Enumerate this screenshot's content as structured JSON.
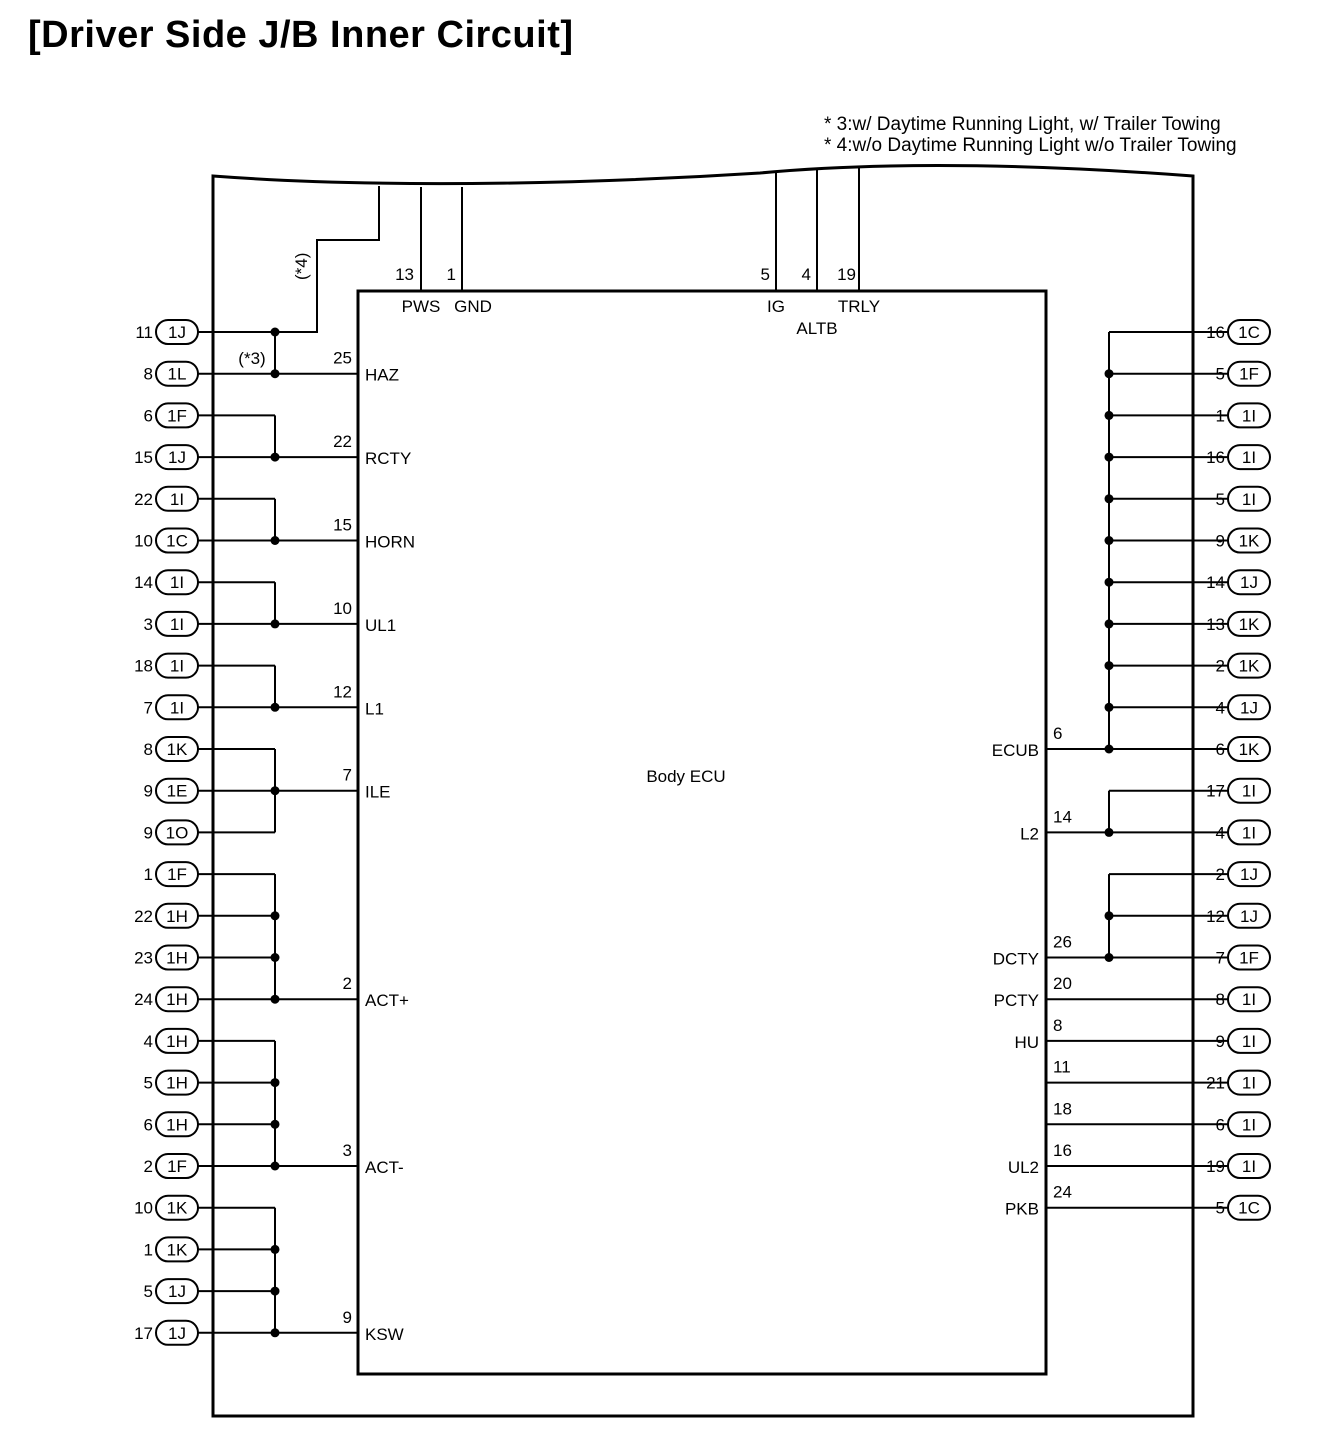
{
  "title": "[Driver Side J/B Inner Circuit]",
  "notes": [
    "* 3:w/ Daytime Running Light, w/ Trailer Towing",
    "* 4:w/o Daytime Running Light w/o Trailer Towing"
  ],
  "ecu": {
    "label": "Body ECU"
  },
  "top_pins": [
    {
      "num": "13",
      "label": "PWS"
    },
    {
      "num": "1",
      "label": "GND"
    },
    {
      "num": "5",
      "label": "IG"
    },
    {
      "num": "4",
      "label": "ALTB"
    },
    {
      "num": "19",
      "label": "TRLY"
    }
  ],
  "notes_markers": [
    "(*4)",
    "(*3)"
  ],
  "left_connectors": [
    {
      "num": "11",
      "conn": "1J"
    },
    {
      "num": "8",
      "conn": "1L"
    },
    {
      "num": "6",
      "conn": "1F"
    },
    {
      "num": "15",
      "conn": "1J"
    },
    {
      "num": "22",
      "conn": "1I"
    },
    {
      "num": "10",
      "conn": "1C"
    },
    {
      "num": "14",
      "conn": "1I"
    },
    {
      "num": "3",
      "conn": "1I"
    },
    {
      "num": "18",
      "conn": "1I"
    },
    {
      "num": "7",
      "conn": "1I"
    },
    {
      "num": "8",
      "conn": "1K"
    },
    {
      "num": "9",
      "conn": "1E"
    },
    {
      "num": "9",
      "conn": "1O"
    },
    {
      "num": "1",
      "conn": "1F"
    },
    {
      "num": "22",
      "conn": "1H"
    },
    {
      "num": "23",
      "conn": "1H"
    },
    {
      "num": "24",
      "conn": "1H"
    },
    {
      "num": "4",
      "conn": "1H"
    },
    {
      "num": "5",
      "conn": "1H"
    },
    {
      "num": "6",
      "conn": "1H"
    },
    {
      "num": "2",
      "conn": "1F"
    },
    {
      "num": "10",
      "conn": "1K"
    },
    {
      "num": "1",
      "conn": "1K"
    },
    {
      "num": "5",
      "conn": "1J"
    },
    {
      "num": "17",
      "conn": "1J"
    }
  ],
  "left_pins": [
    {
      "num": "25",
      "label": "HAZ"
    },
    {
      "num": "22",
      "label": "RCTY"
    },
    {
      "num": "15",
      "label": "HORN"
    },
    {
      "num": "10",
      "label": "UL1"
    },
    {
      "num": "12",
      "label": "L1"
    },
    {
      "num": "7",
      "label": "ILE"
    },
    {
      "num": "2",
      "label": "ACT+"
    },
    {
      "num": "3",
      "label": "ACT-"
    },
    {
      "num": "9",
      "label": "KSW"
    }
  ],
  "right_connectors": [
    {
      "num": "16",
      "conn": "1C"
    },
    {
      "num": "5",
      "conn": "1F"
    },
    {
      "num": "1",
      "conn": "1I"
    },
    {
      "num": "16",
      "conn": "1I"
    },
    {
      "num": "5",
      "conn": "1I"
    },
    {
      "num": "9",
      "conn": "1K"
    },
    {
      "num": "14",
      "conn": "1J"
    },
    {
      "num": "13",
      "conn": "1K"
    },
    {
      "num": "2",
      "conn": "1K"
    },
    {
      "num": "4",
      "conn": "1J"
    },
    {
      "num": "6",
      "conn": "1K"
    },
    {
      "num": "17",
      "conn": "1I"
    },
    {
      "num": "4",
      "conn": "1I"
    },
    {
      "num": "2",
      "conn": "1J"
    },
    {
      "num": "12",
      "conn": "1J"
    },
    {
      "num": "7",
      "conn": "1F"
    },
    {
      "num": "8",
      "conn": "1I"
    },
    {
      "num": "9",
      "conn": "1I"
    },
    {
      "num": "21",
      "conn": "1I"
    },
    {
      "num": "6",
      "conn": "1I"
    },
    {
      "num": "19",
      "conn": "1I"
    },
    {
      "num": "5",
      "conn": "1C"
    }
  ],
  "right_pins": [
    {
      "num": "6",
      "label": "ECUB"
    },
    {
      "num": "14",
      "label": "L2"
    },
    {
      "num": "26",
      "label": "DCTY"
    },
    {
      "num": "20",
      "label": "PCTY"
    },
    {
      "num": "8",
      "label": "HU"
    },
    {
      "num": "11",
      "label": ""
    },
    {
      "num": "18",
      "label": ""
    },
    {
      "num": "16",
      "label": "UL2"
    },
    {
      "num": "24",
      "label": "PKB"
    }
  ]
}
